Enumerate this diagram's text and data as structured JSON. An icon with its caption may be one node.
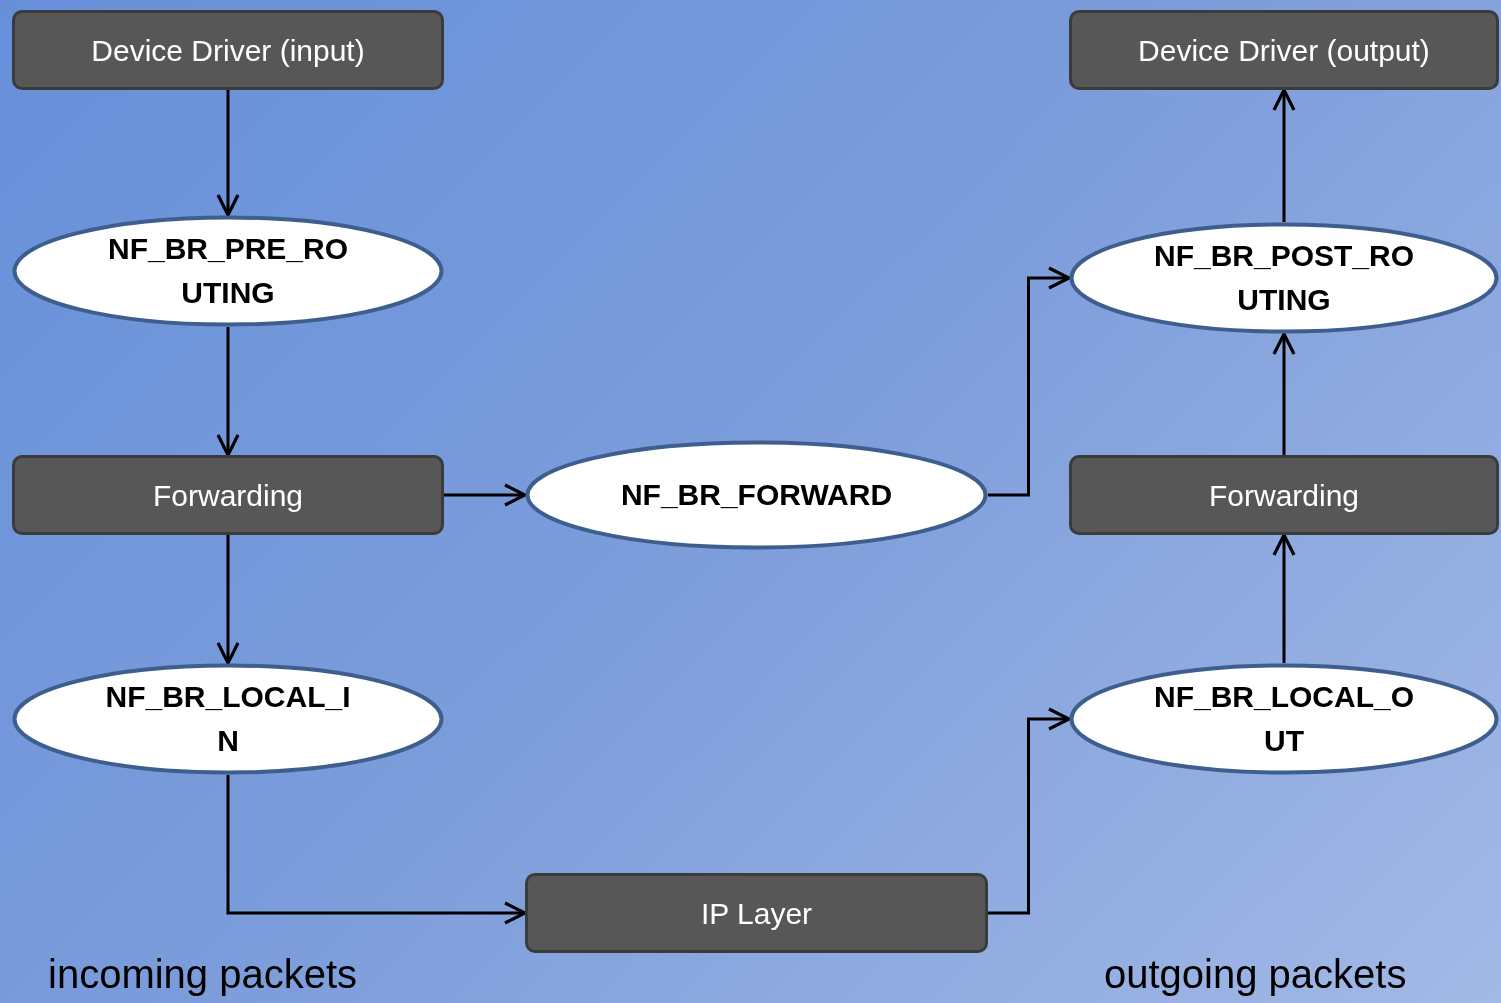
{
  "diagram": {
    "nodes": [
      {
        "text": [
          "Device Driver (input)"
        ]
      },
      {
        "text": [
          "NF_BR_PRE_ROUTING"
        ]
      },
      {
        "text": [
          "Forwarding"
        ]
      },
      {
        "text": [
          "NF_BR_FORWARD"
        ]
      },
      {
        "text": [
          "NF_BR_LOCAL_IN"
        ]
      },
      {
        "text": [
          "IP Layer"
        ]
      },
      {
        "text": [
          "NF_BR_LOCAL_OUT"
        ]
      },
      {
        "text": [
          "Forwarding"
        ]
      },
      {
        "text": [
          "NF_BR_POST_ROUTING"
        ]
      },
      {
        "text": [
          "Device Driver (output)"
        ]
      }
    ],
    "edges": [
      {
        "from": 0,
        "to": 1,
        "arrow": "to"
      },
      {
        "from": 1,
        "to": 2,
        "arrow": "to"
      },
      {
        "from": 2,
        "to": 3,
        "arrow": "to"
      },
      {
        "from": 2,
        "to": 4,
        "arrow": "to"
      },
      {
        "from": 3,
        "to": 8,
        "arrow": "to"
      },
      {
        "from": 4,
        "to": 5,
        "arrow": "to"
      },
      {
        "from": 5,
        "to": 6,
        "arrow": "to"
      },
      {
        "from": 6,
        "to": 7,
        "arrow": "to"
      },
      {
        "from": 7,
        "to": 8,
        "arrow": "to"
      },
      {
        "from": 8,
        "to": 9,
        "arrow": "to"
      }
    ],
    "labels": [
      "incoming packets",
      "outgoing packets"
    ]
  }
}
